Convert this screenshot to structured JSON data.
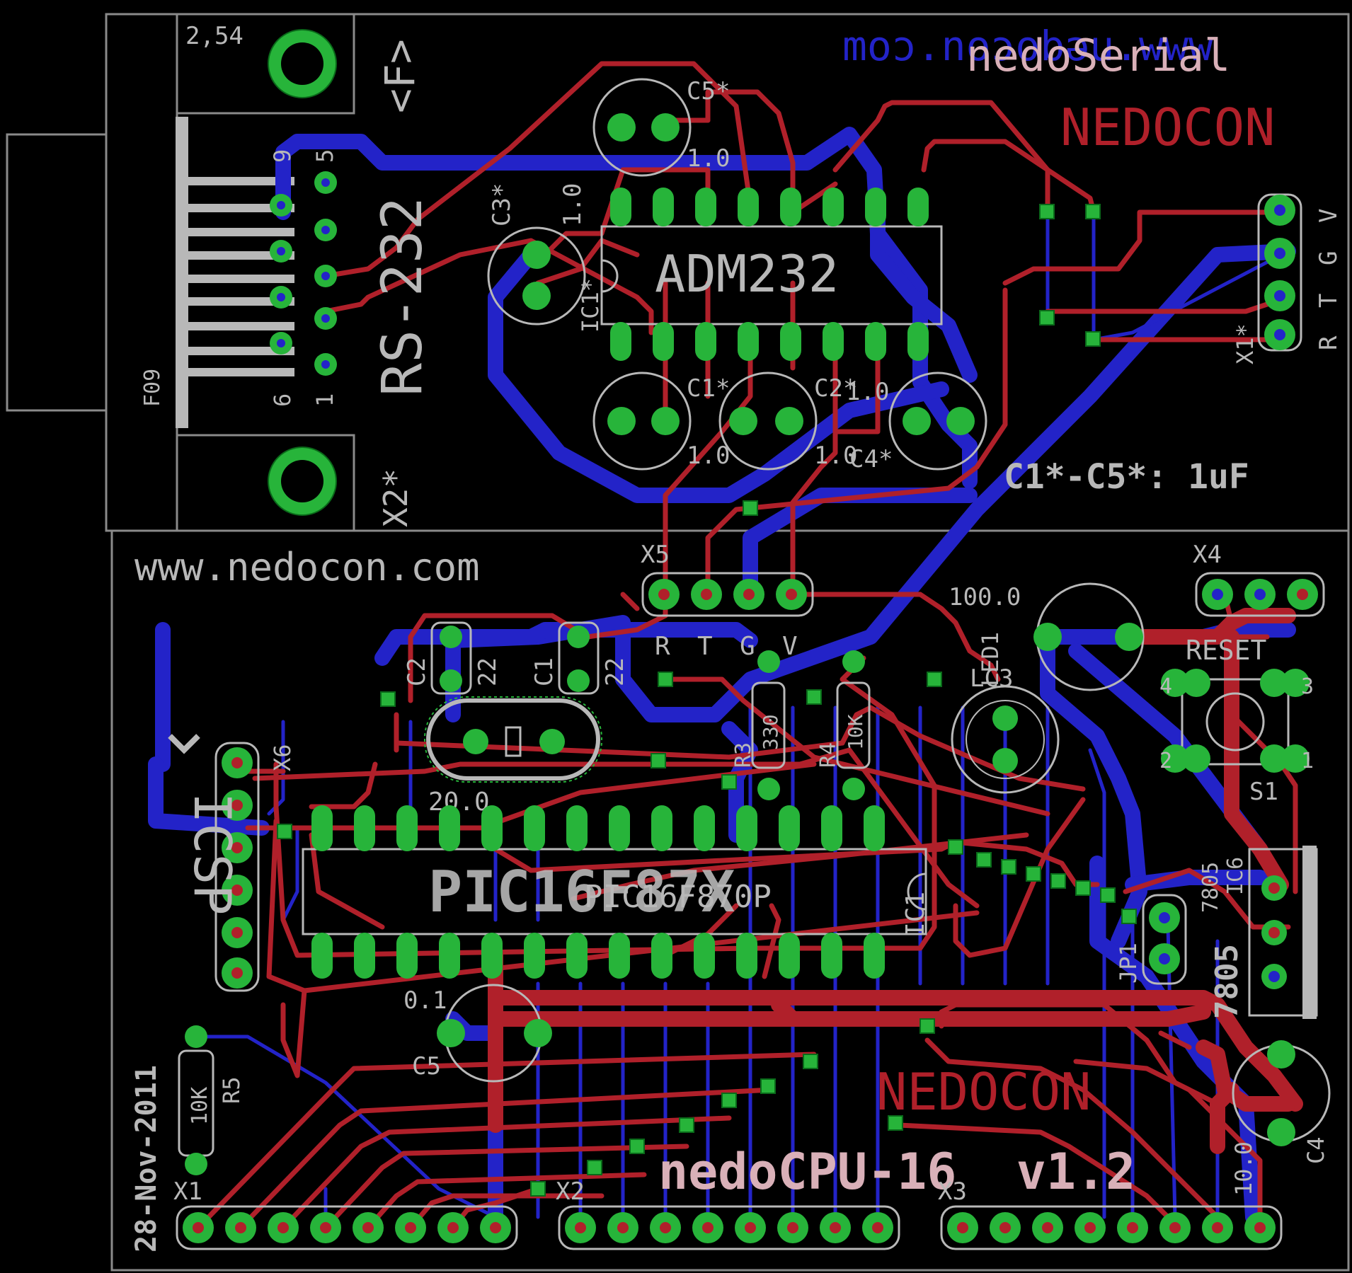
{
  "board": {
    "colors": {
      "background": "#000000",
      "top_copper": "#b0202a",
      "bottom_copper": "#2323c8",
      "pad": "#27b43a",
      "silk": "#b8b8b8",
      "title_pink": "#d9b0b8"
    },
    "top": {
      "domain": "moɔ.noɔobəu.www",
      "title_serial": "nedoSerial",
      "brand_top": "NEDOCON",
      "connector_title": "RS-232",
      "pitch": "2,54",
      "gender": "<F>",
      "conn_name": "F09",
      "conn_ref": "X2*",
      "pin9": "9",
      "pin5": "5",
      "pin6": "6",
      "pin1": "1",
      "ic_value": "ADM232",
      "ic_ref": "IC1*",
      "c5_ref": "C5*",
      "c5_val": "1.0",
      "c3_ref": "C3*",
      "c3_val": "1.0",
      "c1_ref": "C1*",
      "c1_val": "1.0",
      "c2_ref": "C2*",
      "c2_val": "1.0",
      "c4_ref": "C4*",
      "c4_val": "1.0",
      "cap_note": "C1*-C5*: 1uF",
      "x1_ref": "X1*",
      "x1_pins": [
        "V",
        "G",
        "T",
        "R"
      ]
    },
    "bottom": {
      "url": "www.nedocon.com",
      "x5_ref": "X5",
      "x5_pins": [
        "R",
        "T",
        "G",
        "V"
      ],
      "x4_ref": "X4",
      "led_val": "100.0",
      "led_ref": "LED1",
      "lc_ref": "LC3",
      "reset": "RESET",
      "s1_ref": "S1",
      "s1_pins": [
        "4",
        "3",
        "2",
        "1"
      ],
      "c2_ref": "C2",
      "c2_val": "22",
      "c1_ref": "C1",
      "c1_val": "22",
      "crystal_val": "20.0",
      "r3_ref": "R3",
      "r3_val": "330",
      "r4_ref": "R4",
      "r4_val": "10K",
      "x6_ref": "X6",
      "icsp": "ICSP",
      "mcu_value": "PIC16F87X",
      "mcu_alt": "PIC16F870P",
      "mcu_ref": "IC1",
      "jp_ref": "JP1",
      "reg_ref": "IC6",
      "reg_val": "7805",
      "reg_val_big": "7805",
      "c5_val": "0.1",
      "c5_ref": "C5",
      "r5_ref": "R5",
      "r5_val": "10K",
      "date": "28-Nov-2011",
      "x1_ref": "X1",
      "x2_ref": "X2",
      "x3_ref": "X3",
      "brand": "NEDOCON",
      "product": "nedoCPU-16  v1.2",
      "c4_val": "10.0",
      "c4_ref": "C4"
    }
  }
}
